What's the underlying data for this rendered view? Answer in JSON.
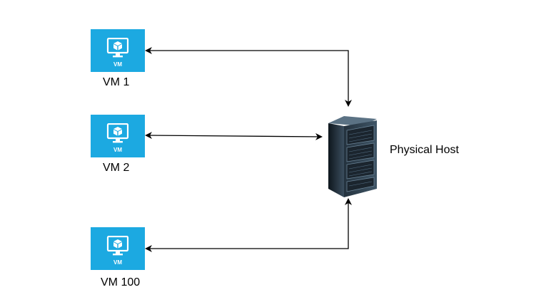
{
  "vms": [
    {
      "label": "VM 1",
      "badge": "VM"
    },
    {
      "label": "VM 2",
      "badge": "VM"
    },
    {
      "label": "VM 100",
      "badge": "VM"
    }
  ],
  "host": {
    "label": "Physical Host"
  },
  "colors": {
    "vm_tile": "#1ca9e1",
    "arrow": "#000000",
    "server_body": "#2a3a47",
    "server_front": "#1b252e"
  }
}
